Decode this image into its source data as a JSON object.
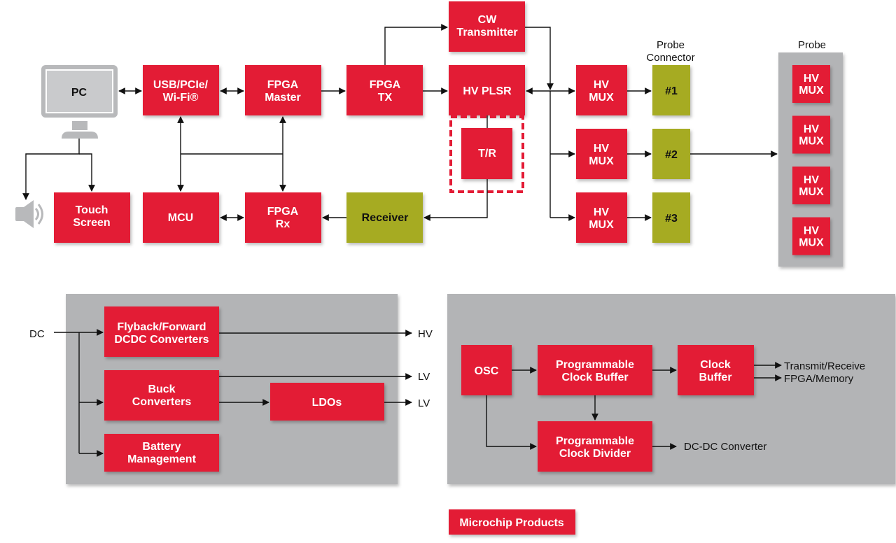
{
  "colors": {
    "microchip_red": "#e31b35",
    "third_party_olive": "#a6ab24",
    "panel_gray": "#b3b4b6",
    "pc_gray": "#b8b9bb"
  },
  "signal_chain": {
    "pc": "PC",
    "usb": [
      "USB/PCIe/",
      "Wi-Fi®"
    ],
    "fpga_master": [
      "FPGA",
      "Master"
    ],
    "fpga_tx": [
      "FPGA",
      "TX"
    ],
    "cw_transmitter": [
      "CW",
      "Transmitter"
    ],
    "hv_plsr": "HV PLSR",
    "tr_switch": "T/R",
    "touch_screen": [
      "Touch",
      "Screen"
    ],
    "mcu": "MCU",
    "fpga_rx": [
      "FPGA",
      "Rx"
    ],
    "receiver": "Receiver",
    "hv_mux": [
      "HV",
      "MUX"
    ],
    "probe_connector_title": [
      "Probe",
      "Connector"
    ],
    "connectors": [
      "#1",
      "#2",
      "#3"
    ],
    "probe_title": "Probe",
    "probe_mux_count": 4
  },
  "power": {
    "input": "DC",
    "flyback": [
      "Flyback/Forward",
      "DCDC Converters"
    ],
    "buck": [
      "Buck",
      "Converters"
    ],
    "battery": [
      "Battery",
      "Management"
    ],
    "ldos": "LDOs",
    "outputs": [
      "HV",
      "LV",
      "LV"
    ]
  },
  "clock": {
    "osc": "OSC",
    "prog_buffer": [
      "Programmable",
      "Clock Buffer"
    ],
    "clock_buffer": [
      "Clock",
      "Buffer"
    ],
    "prog_divider": [
      "Programmable",
      "Clock Divider"
    ],
    "outputs": [
      "Transmit/Receive",
      "FPGA/Memory"
    ],
    "divider_output": "DC-DC Converter"
  },
  "legend": {
    "label": "Microchip Products"
  }
}
